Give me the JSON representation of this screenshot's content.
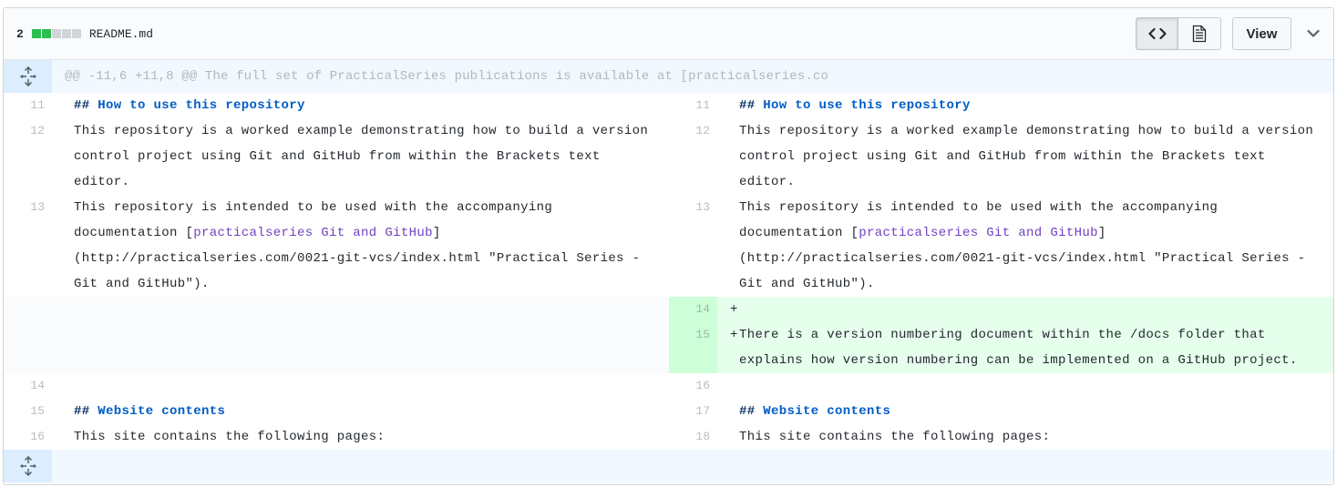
{
  "file": {
    "changes": "2",
    "diffstat": [
      "added",
      "added",
      "neutral",
      "neutral",
      "neutral"
    ],
    "name": "README.md",
    "view_label": "View"
  },
  "hunk": {
    "text": "@@ -11,6 +11,8 @@ The full set of PracticalSeries publications is available at [practicalseries.co"
  },
  "left": [
    {
      "num": "11",
      "type": "heading",
      "hashes": "##",
      "text": " How to use this repository"
    },
    {
      "num": "12",
      "type": "text",
      "text": "This repository is a worked example demonstrating how to build a version control project using Git and GitHub from within the Brackets text editor."
    },
    {
      "num": "13",
      "type": "link",
      "pre": "This repository is intended to be used with the accompanying documentation [",
      "link": "practicalseries Git and GitHub",
      "post": "](http://practicalseries.com/0021-git-vcs/index.html \"Practical Series - Git and GitHub\")."
    },
    {
      "num": "",
      "type": "empty",
      "text": ""
    },
    {
      "num": "14",
      "type": "text",
      "text": ""
    },
    {
      "num": "15",
      "type": "heading",
      "hashes": "##",
      "text": " Website contents"
    },
    {
      "num": "16",
      "type": "text",
      "text": "This site contains the following pages:"
    }
  ],
  "right": [
    {
      "num": "11",
      "type": "heading",
      "hashes": "##",
      "text": " How to use this repository"
    },
    {
      "num": "12",
      "type": "text",
      "text": "This repository is a worked example demonstrating how to build a version control project using Git and GitHub from within the Brackets text editor."
    },
    {
      "num": "13",
      "type": "link",
      "pre": "This repository is intended to be used with the accompanying documentation [",
      "link": "practicalseries Git and GitHub",
      "post": "](http://practicalseries.com/0021-git-vcs/index.html \"Practical Series - Git and GitHub\")."
    },
    {
      "num": "14",
      "type": "add",
      "marker": "+",
      "text": ""
    },
    {
      "num": "15",
      "type": "add",
      "marker": "+",
      "text": "There is a version numbering document within the /docs folder that explains how version numbering can be implemented on a GitHub project."
    },
    {
      "num": "16",
      "type": "text",
      "text": ""
    },
    {
      "num": "17",
      "type": "heading",
      "hashes": "##",
      "text": " Website contents"
    },
    {
      "num": "18",
      "type": "text",
      "text": "This site contains the following pages:"
    }
  ],
  "colors": {
    "added_block": "#2cbe4e",
    "addition_bg": "#e6ffed",
    "addition_num_bg": "#cdffd8",
    "hunk_bg": "#f1f8ff"
  },
  "icons": [
    "expand-icon",
    "code-icon",
    "file-icon",
    "chevron-down-icon"
  ]
}
